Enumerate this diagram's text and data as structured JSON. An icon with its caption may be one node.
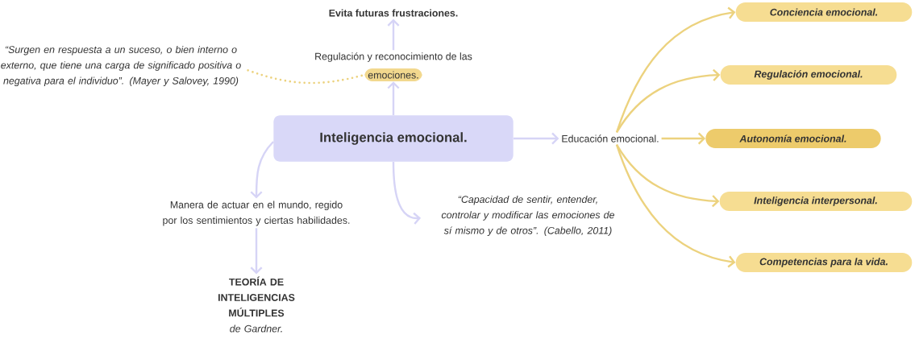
{
  "diagram": {
    "nodes": [
      {
        "text": [
          "Evita futuras frustraciones."
        ]
      },
      {
        "text": [
          "“Surgen en respuesta a un suceso, o bien interno o externo, que tiene una carga de significado positiva o negativa para el individuo”. (Mayer y Salovey, 1990)"
        ]
      },
      {
        "text": [
          "Regulación y reconocimiento de las"
        ]
      },
      {
        "text": [
          "emociones."
        ]
      },
      {
        "text": [
          "Inteligencia emocional."
        ]
      },
      {
        "text": [
          "Educación emocional."
        ]
      },
      {
        "text": [
          "Conciencia emocional."
        ]
      },
      {
        "text": [
          "Regulación emocional."
        ]
      },
      {
        "text": [
          "Autonomía emocional."
        ]
      },
      {
        "text": [
          "Manera de actuar en el mundo, regido por los sentimientos y ciertas habilidades."
        ]
      },
      {
        "text": [
          "“Capacidad de sentir, entender, controlar y modificar las emociones de sí mismo y de otros”. (Cabello, 2011)"
        ]
      },
      {
        "text": [
          "Inteligencia interpersonal."
        ]
      },
      {
        "text": [
          "Competencias para la vida."
        ]
      },
      {
        "text": [
          "TEORÍA DE INTELIGENCIAS MÚLTIPLES",
          "de Gardner."
        ]
      }
    ],
    "edges": [
      {
        "from": 4,
        "to": 3,
        "arrow": "to"
      },
      {
        "from": 2,
        "to": 0,
        "arrow": "to"
      },
      {
        "from": 1,
        "to": 3,
        "arrow": "none",
        "style": "dashed",
        "color": "#ecd27e"
      },
      {
        "from": 4,
        "to": 5,
        "arrow": "to"
      },
      {
        "from": 5,
        "to": 6,
        "arrow": "to",
        "color": "#ecd27e"
      },
      {
        "from": 5,
        "to": 7,
        "arrow": "to",
        "color": "#ecd27e"
      },
      {
        "from": 5,
        "to": 8,
        "arrow": "to",
        "color": "#ecd27e"
      },
      {
        "from": 5,
        "to": 11,
        "arrow": "to",
        "color": "#ecd27e"
      },
      {
        "from": 5,
        "to": 12,
        "arrow": "to",
        "color": "#ecd27e"
      },
      {
        "from": 4,
        "to": 9,
        "arrow": "to"
      },
      {
        "from": 4,
        "to": 10,
        "arrow": "to"
      },
      {
        "from": 9,
        "to": 13,
        "arrow": "to"
      }
    ]
  }
}
